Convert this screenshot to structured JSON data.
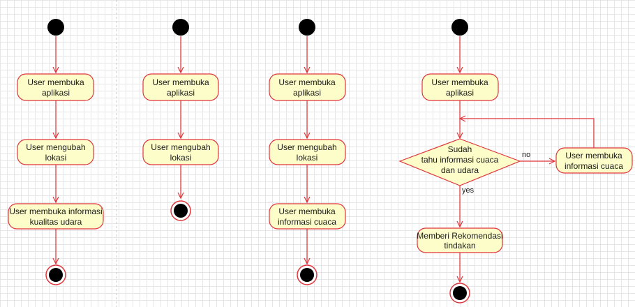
{
  "colors": {
    "node_fill": "#fdfdc9",
    "stroke": "#e0343a",
    "start_fill": "#000000",
    "grid": "#e6e6e6"
  },
  "diagrams": [
    {
      "actions": [
        [
          "User membuka",
          "aplikasi"
        ],
        [
          "User mengubah",
          "lokasi"
        ],
        [
          "User membuka informasi",
          "kualitas udara"
        ]
      ]
    },
    {
      "actions": [
        [
          "User membuka",
          "aplikasi"
        ],
        [
          "User mengubah",
          "lokasi"
        ]
      ]
    },
    {
      "actions": [
        [
          "User membuka",
          "aplikasi"
        ],
        [
          "User mengubah",
          "lokasi"
        ],
        [
          "User membuka",
          "informasi cuaca"
        ]
      ]
    },
    {
      "first_action": [
        "User membuka",
        "aplikasi"
      ],
      "decision": [
        "Sudah",
        "tahu informasi cuaca",
        "dan udara"
      ],
      "no_label": "no",
      "yes_label": "yes",
      "no_action": [
        "User membuka",
        "informasi cuaca"
      ],
      "yes_action": [
        "Memberi Rekomendasi",
        "tindakan"
      ]
    }
  ]
}
